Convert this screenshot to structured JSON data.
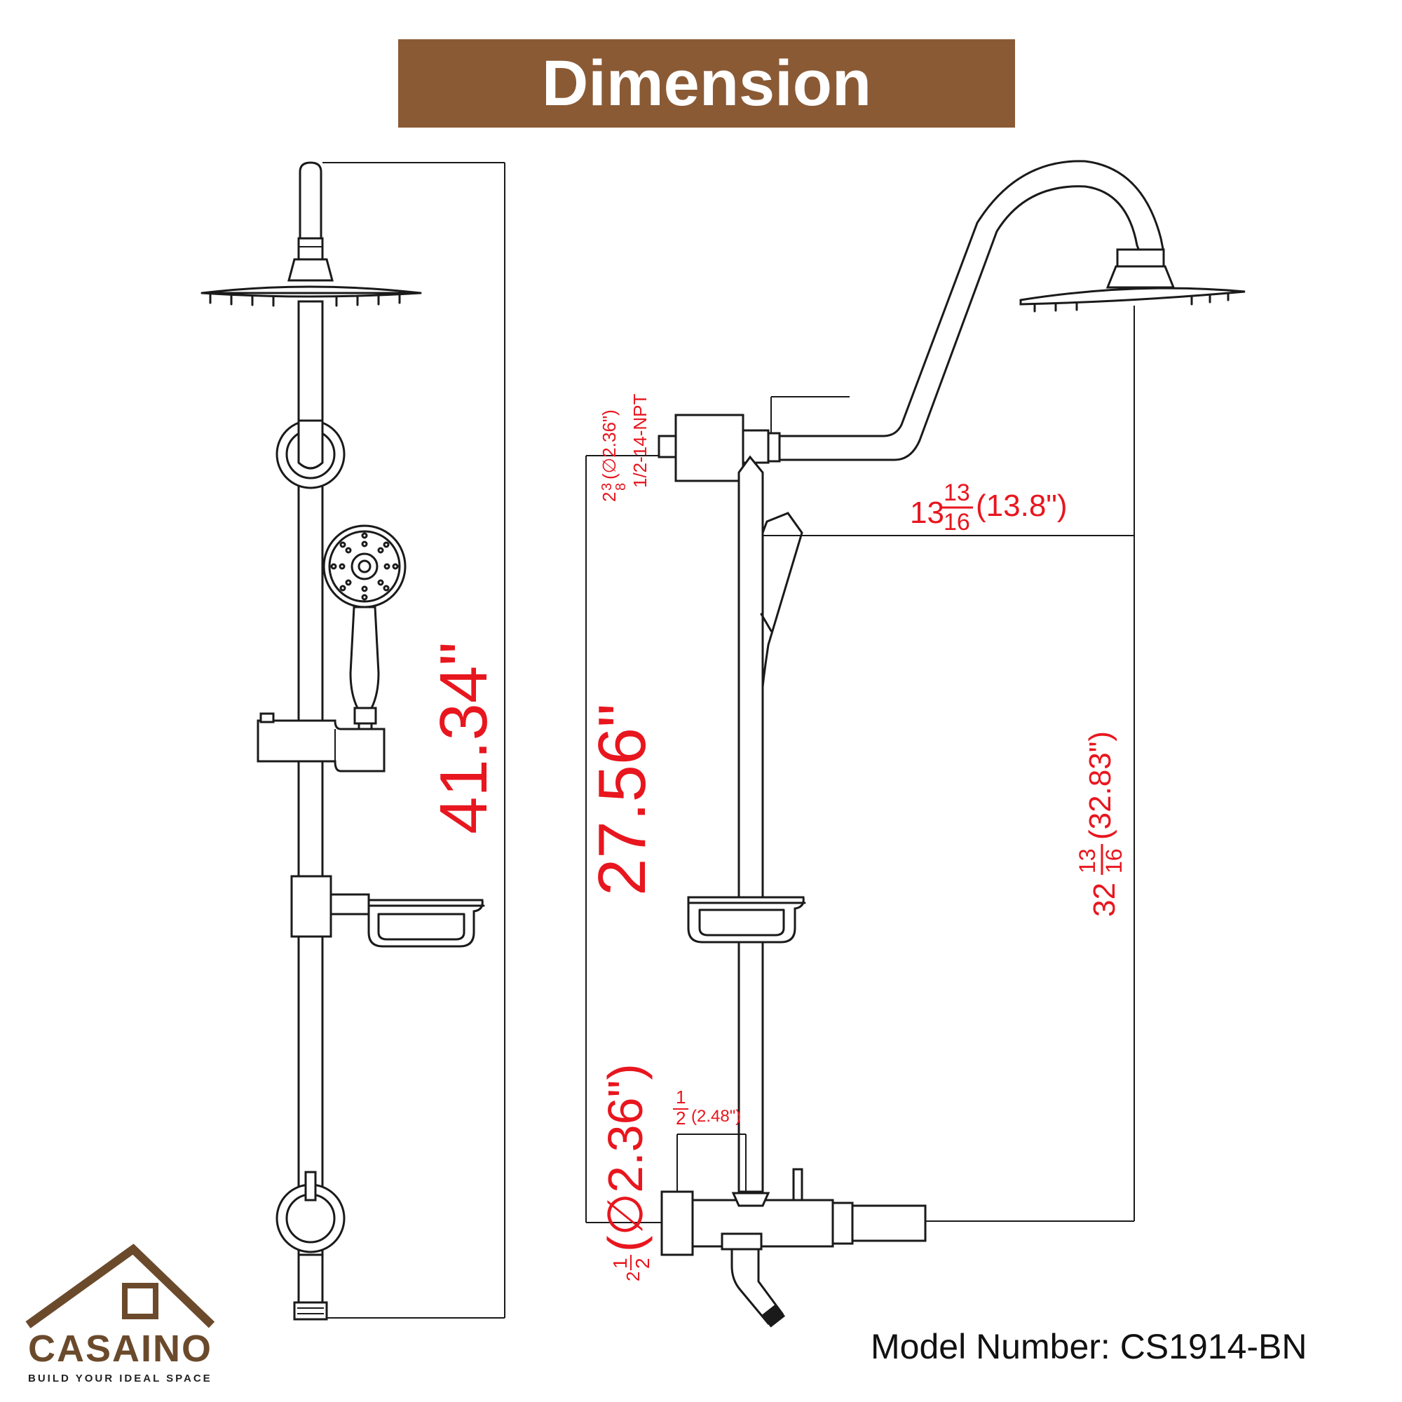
{
  "banner": {
    "title": "Dimension"
  },
  "left_view": {
    "overall_height": "41.34\""
  },
  "right_view": {
    "inlet_height": "27.56\"",
    "inlet_diameter_fraction": {
      "whole": "2",
      "num": "1",
      "den": "2"
    },
    "inlet_diameter_text": "(∅2.36\")",
    "top_fitting_fraction": {
      "whole": "2",
      "num": "3",
      "den": "8"
    },
    "top_fitting_text": "(∅2.36\")",
    "thread_spec": "1/2-14-NPT",
    "arm_reach_fraction": {
      "whole": "13",
      "num": "13",
      "den": "16"
    },
    "arm_reach_text": "(13.8\")",
    "head_height_fraction": {
      "whole": "32",
      "num": "13",
      "den": "16"
    },
    "head_height_text": "(32.83\")",
    "valve_offset_fraction": {
      "num": "1",
      "den": "2"
    },
    "valve_offset_text": "(2.48\")"
  },
  "footer": {
    "model_number": "Model Number: CS1914-BN"
  },
  "logo": {
    "name": "CASAINO",
    "tagline": "BUILD YOUR IDEAL SPACE"
  },
  "colors": {
    "banner": "#8a5a35",
    "dimension_text": "#e8161e",
    "logo_brown": "#6b4a2c"
  }
}
